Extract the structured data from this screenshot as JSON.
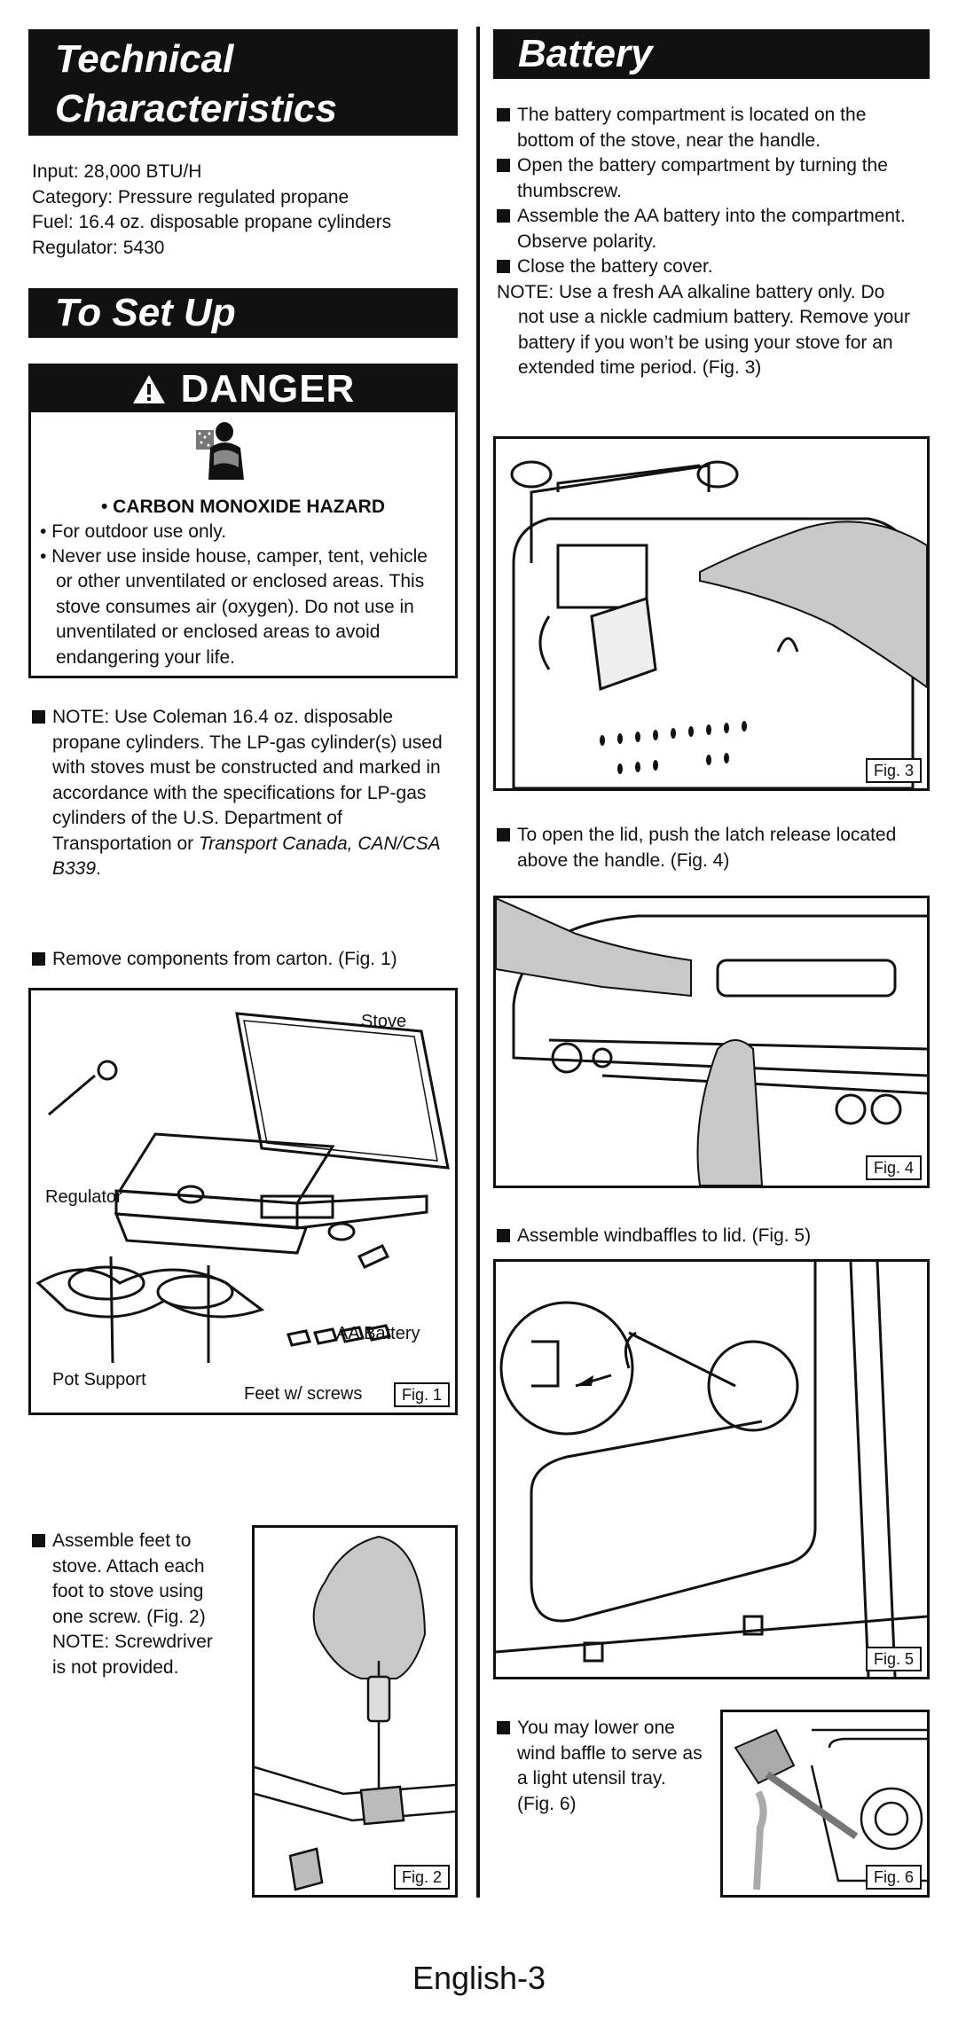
{
  "tech": {
    "title_line1": "Technical",
    "title_line2": "Characteristics",
    "specs": [
      "Input: 28,000 BTU/H",
      "Category: Pressure regulated propane",
      "Fuel: 16.4 oz. disposable propane cylinders",
      "Regulator:  5430"
    ]
  },
  "setup": {
    "title": "To Set Up"
  },
  "danger": {
    "title": "DANGER",
    "hazard": "• CARBON MONOXIDE HAZARD",
    "item1": "• For outdoor use only.",
    "item2_l1": "• Never use inside house, camper, tent, vehicle",
    "item2_rest": "or other unventilated or enclosed areas. This stove consumes air (oxygen). Do not use in unventilated or enclosed areas to avoid endangering your life."
  },
  "note_cyl": {
    "text": "NOTE: Use Coleman 16.4 oz. disposable propane cylinders. The LP-gas cylinder(s) used with stoves must be constructed and marked in accordance with the specifications for LP-gas cylinders of the U.S. Department of Transportation or ",
    "italic": "Transport Canada, CAN/CSA B339",
    "end": "."
  },
  "remove": "Remove components from carton. (Fig. 1)",
  "fig1": {
    "label": "Fig. 1",
    "stove": "Stove",
    "regulator": "Regulator",
    "aa": "AA Battery",
    "pot": "Pot Support",
    "feet": "Feet w/ screws"
  },
  "feet": {
    "text": "Assemble feet to stove.  Attach each foot to stove using one screw. (Fig. 2) NOTE: Screwdriver is not provided."
  },
  "fig2": {
    "label": "Fig. 2"
  },
  "battery": {
    "title": "Battery",
    "b1": "The battery compartment is located on the bottom of the stove, near the handle.",
    "b2": "Open the battery compartment by turning the thumbscrew.",
    "b3": "Assemble the AA battery into the compartment. Observe polarity.",
    "b4": "Close the battery cover.",
    "note_l1": "NOTE:  Use a fresh AA alkaline battery only. Do",
    "note_rest": "not use a nickle cadmium battery. Remove your battery if you won’t be using your stove for an extended time period. (Fig. 3)"
  },
  "fig3": {
    "label": "Fig. 3"
  },
  "lid": "To open the lid, push the latch release located above the handle. (Fig. 4)",
  "fig4": {
    "label": "Fig. 4"
  },
  "windbaffles": "Assemble windbaffles to lid. (Fig. 5)",
  "fig5": {
    "label": "Fig. 5"
  },
  "lower": "You may lower one wind baffle to serve as a light utensil tray. (Fig. 6)",
  "fig6": {
    "label": "Fig. 6"
  },
  "footer": "English-3",
  "icons": {
    "danger_symbol": "warning-triangle-icon",
    "hazard_symbol": "co-hazard-person-icon"
  },
  "colors": {
    "ink": "#111111",
    "paper": "#ffffff",
    "skin": "#c8c8c8"
  }
}
